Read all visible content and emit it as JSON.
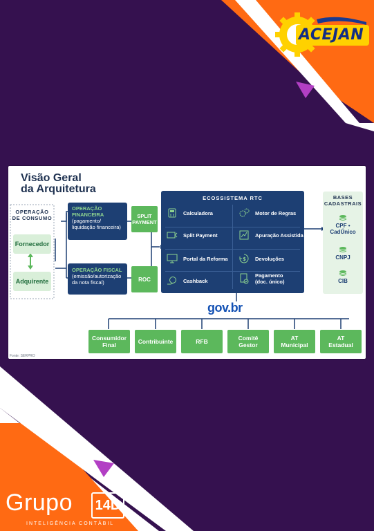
{
  "brand": {
    "top_logo_text": "ACEJAN",
    "bottom_logo_word": "Grupo",
    "bottom_logo_badge": "14D",
    "bottom_logo_tagline": "INTELIGÊNCIA CONTÁBIL"
  },
  "colors": {
    "background": "#35114f",
    "accent_orange": "#ff6a13",
    "accent_purple": "#b23fc4",
    "navy": "#1d3f73",
    "green": "#5cb85c",
    "light_green": "#d9efd9"
  },
  "diagram": {
    "title_line1": "Visão Geral",
    "title_line2": "da Arquitetura",
    "source": "Fonte: SERPRO",
    "consumo": {
      "heading_line1": "OPERAÇÃO",
      "heading_line2": "DE CONSUMO",
      "fornecedor": "Fornecedor",
      "adquirente": "Adquirente"
    },
    "op_financeira": {
      "title_line1": "OPERAÇÃO",
      "title_line2": "FINANCEIRA",
      "desc_line1": "(pagamento/",
      "desc_line2": "liquidação financeira)"
    },
    "op_fiscal": {
      "title": "OPERAÇÃO FISCAL",
      "desc_line1": "(emissão/autorização",
      "desc_line2": "da nota fiscal)"
    },
    "split_payment_line1": "SPLIT",
    "split_payment_line2": "PAYMENT",
    "roc": "ROC",
    "ecossistema": {
      "heading": "ECOSSISTEMA RTC",
      "items": [
        {
          "label": "Calculadora",
          "icon": "calculator-icon"
        },
        {
          "label": "Motor de Regras",
          "icon": "gears-icon"
        },
        {
          "label": "Split Payment",
          "icon": "split-icon"
        },
        {
          "label": "Apuração Assistida",
          "icon": "chart-icon"
        },
        {
          "label": "Portal da Reforma",
          "icon": "monitor-icon"
        },
        {
          "label": "Devoluções",
          "icon": "refund-icon"
        },
        {
          "label": "Cashback",
          "icon": "cashback-icon"
        },
        {
          "label_line1": "Pagamento",
          "label_line2": "(doc. único)",
          "icon": "document-check-icon"
        }
      ]
    },
    "bases": {
      "heading_line1": "BASES",
      "heading_line2": "CADASTRAIS",
      "items": [
        {
          "line1": "CPF •",
          "line2": "CadÚnico"
        },
        {
          "line1": "CNPJ",
          "line2": ""
        },
        {
          "line1": "CIB",
          "line2": ""
        }
      ]
    },
    "govbr": {
      "part1": "gov",
      "part2": ".br"
    },
    "entities": [
      {
        "line1": "Consumidor",
        "line2": "Final"
      },
      {
        "line1": "Contribuinte",
        "line2": ""
      },
      {
        "line1": "RFB",
        "line2": ""
      },
      {
        "line1": "Comitê",
        "line2": "Gestor"
      },
      {
        "line1": "AT",
        "line2": "Municipal"
      },
      {
        "line1": "AT",
        "line2": "Estadual"
      }
    ]
  }
}
